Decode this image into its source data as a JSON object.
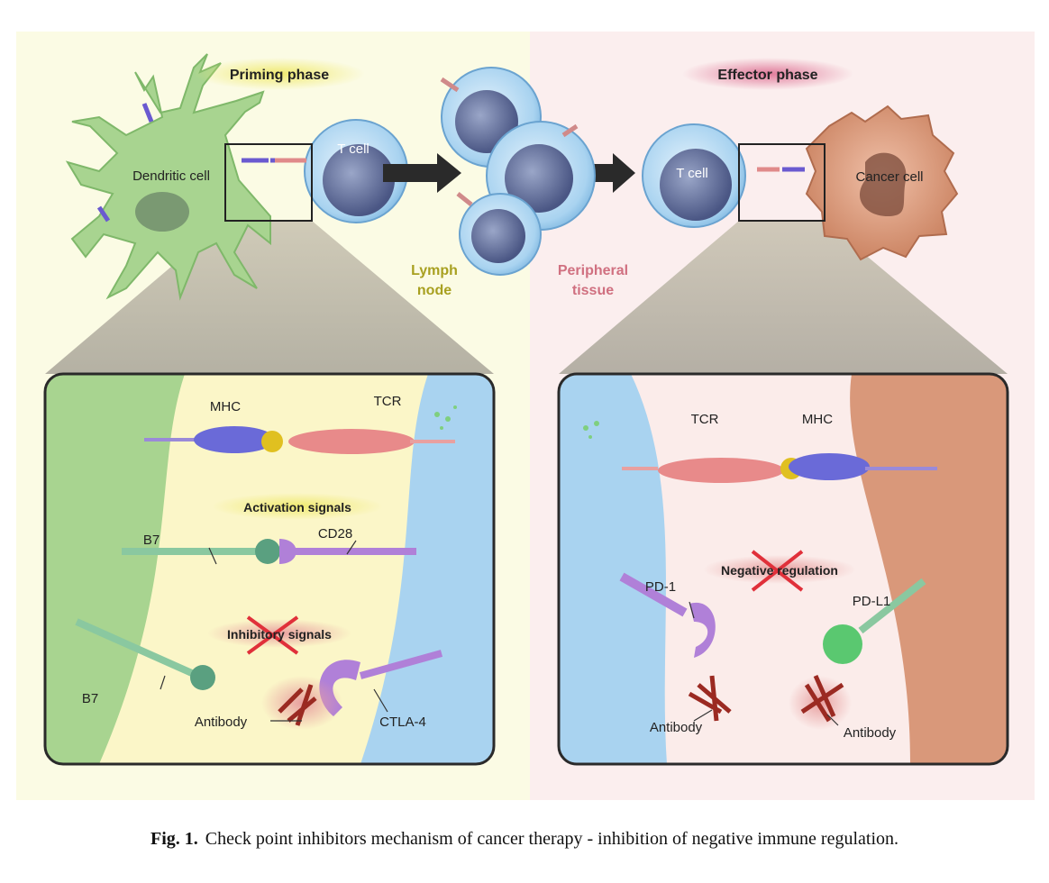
{
  "figure": {
    "phases": {
      "priming": "Priming phase",
      "effector": "Effector phase"
    },
    "top": {
      "dendritic_cell": "Dendritic cell",
      "t_cell_left": "T cell",
      "t_cell_right": "T cell",
      "cancer_cell": "Cancer cell",
      "lymph_node": [
        "Lymph",
        "node"
      ],
      "peripheral_tissue": [
        "Peripheral",
        "tissue"
      ]
    },
    "left_panel": {
      "mhc": "MHC",
      "tcr": "TCR",
      "activation_signals": "Activation signals",
      "b7_top": "B7",
      "cd28": "CD28",
      "inhibitory_signals": "Inhibitory signals",
      "b7_bottom": "B7",
      "antibody": "Antibody",
      "ctla4": "CTLA-4"
    },
    "right_panel": {
      "tcr": "TCR",
      "mhc": "MHC",
      "negative_regulation": "Negative regulation",
      "pd1": "PD-1",
      "pdl1": "PD-L1",
      "antibody_left": "Antibody",
      "antibody_right": "Antibody"
    },
    "colors": {
      "priming_bg": "#fbfbe4",
      "effector_bg": "#fbeeee",
      "dendritic": "#9fd08a",
      "t_cell": "#a9d3f0",
      "cancer": "#d9987a",
      "inhibit_x": "#e0303a",
      "antibody": "#9b2a22"
    }
  },
  "caption": {
    "label": "Fig. 1.",
    "text": "Check point inhibitors mechanism of cancer therapy - inhibition of negative immune regulation."
  }
}
